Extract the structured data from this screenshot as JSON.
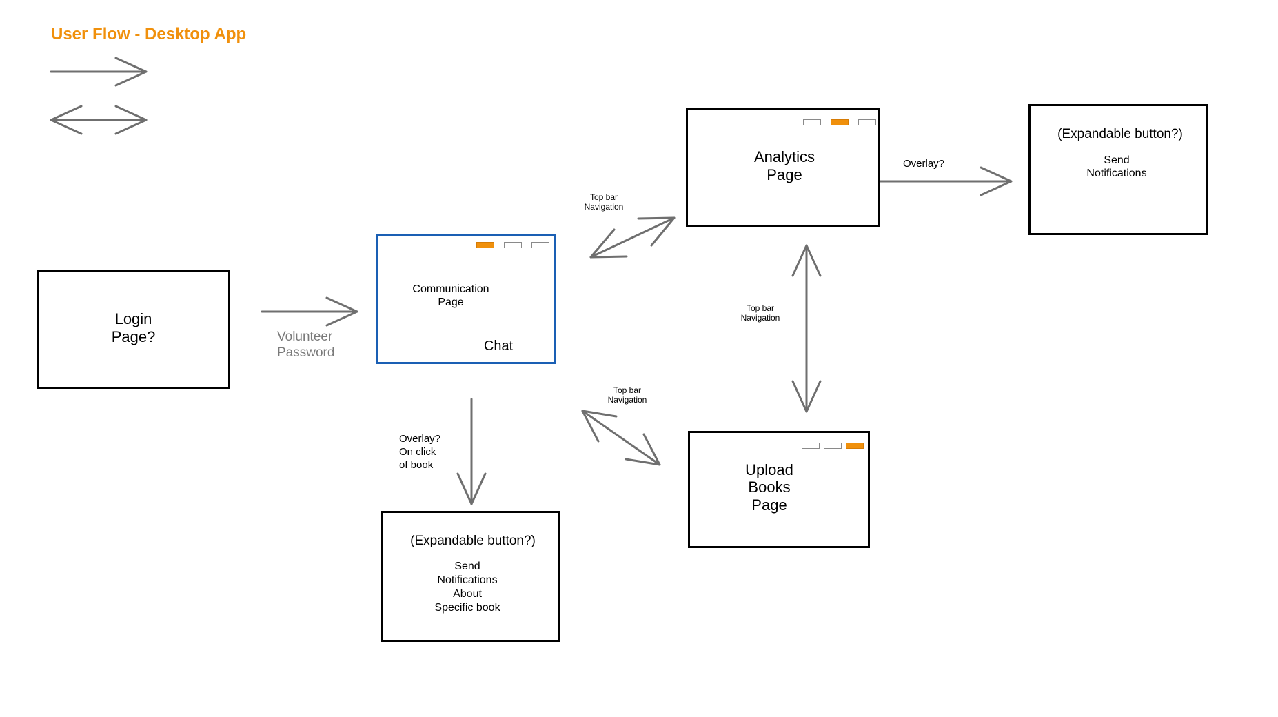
{
  "title": "User Flow - Desktop App",
  "colors": {
    "accent": "#f0900c",
    "arrow": "#6f6f6f",
    "selected_border": "#1a5fb4"
  },
  "boxes": {
    "login": {
      "label": "Login\nPage?"
    },
    "communication": {
      "label": "Communication\nPage",
      "sublabel": "Chat",
      "tabs": [
        "active",
        "inactive",
        "inactive"
      ]
    },
    "analytics": {
      "label": "Analytics\nPage",
      "tabs": [
        "inactive",
        "active",
        "inactive"
      ]
    },
    "upload": {
      "label": "Upload\nBooks\nPage",
      "tabs": [
        "inactive",
        "inactive",
        "active"
      ]
    },
    "notify_top": {
      "heading": "(Expandable button?)",
      "body": "Send\nNotifications"
    },
    "notify_bottom": {
      "heading": "(Expandable button?)",
      "body": "Send\nNotifications\nAbout\nSpecific book"
    }
  },
  "labels": {
    "login_to_comm": "Volunteer\nPassword",
    "comm_analytics": "Top bar\nNavigation",
    "analytics_upload": "Top bar\nNavigation",
    "comm_upload": "Top bar\nNavigation",
    "analytics_overlay": "Overlay?",
    "comm_overlay": "Overlay?\nOn click\nof book"
  }
}
